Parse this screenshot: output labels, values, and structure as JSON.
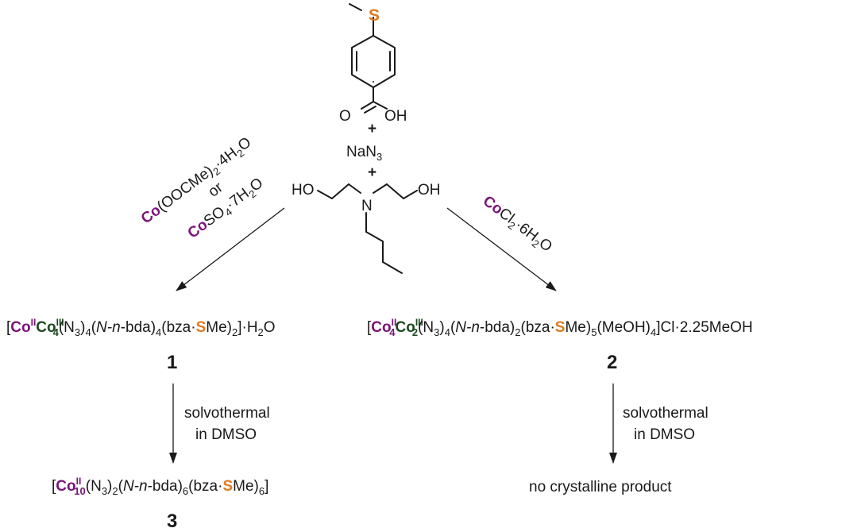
{
  "colors": {
    "cobalt": "#7b1479",
    "cobalt3": "#1d4a1f",
    "sulfur": "#e07a1f",
    "ink": "#1a1a1a"
  },
  "reagents": {
    "thioether_S": "S",
    "carbonyl_O": "O",
    "acid_OH": "OH",
    "plus1": "+",
    "azide_Na": "NaN",
    "azide_sub": "3",
    "plus2": "+",
    "amine_HO": "HO",
    "amine_N": "N",
    "amine_OH": "OH"
  },
  "left_conditions": {
    "salt1_co": "Co",
    "salt1_rest": "(OOCMe)",
    "salt1_sub": "2",
    "salt1_hyd": "·4H",
    "salt1_hyd_sub": "2",
    "salt1_hyd_end": "O",
    "or": "or",
    "salt2_co": "Co",
    "salt2_rest": "SO",
    "salt2_sub": "4",
    "salt2_hyd": "·7H",
    "salt2_hyd_sub": "2",
    "salt2_hyd_end": "O"
  },
  "right_conditions": {
    "co": "Co",
    "cl": "Cl",
    "cl_sub": "2",
    "hyd": "·6H",
    "hyd_sub": "2",
    "hyd_end": "O"
  },
  "compound1": {
    "number": "1",
    "bracket_open": "[",
    "co2": "Co",
    "co2_ox": "II",
    "co3": "Co",
    "co3_ox": "III",
    "co3_count": "4",
    "p1": "(N",
    "p1_sub": "3",
    "p2": ")",
    "p2_sub": "4",
    "p3": "(",
    "p3_ital": "N-n",
    "p4": "-bda)",
    "p4_sub": "4",
    "p5": "(bza·",
    "s": "S",
    "p6": "Me)",
    "p6_sub": "2",
    "p7": "]·H",
    "p7_sub": "2",
    "p8": "O"
  },
  "compound2": {
    "number": "2",
    "bracket_open": "[",
    "co2": "Co",
    "co2_ox": "II",
    "co2_count": "4",
    "co3": "Co",
    "co3_ox": "III",
    "co3_count": "2",
    "p1": "(N",
    "p1_sub": "3",
    "p2": ")",
    "p2_sub": "4",
    "p3": "(",
    "p3_ital": "N-n",
    "p4": "-bda)",
    "p4_sub": "2",
    "p5": "(bza·",
    "s": "S",
    "p6": "Me)",
    "p6_sub": "5",
    "p7": "(MeOH)",
    "p7_sub": "4",
    "p8": "]Cl·2.25MeOH"
  },
  "compound3": {
    "number": "3",
    "bracket_open": "[",
    "co": "Co",
    "co_ox": "II",
    "co_count": "10",
    "p1": "(N",
    "p1_sub": "3",
    "p2": ")",
    "p2_sub": "2",
    "p3": "(",
    "p3_ital": "N-n",
    "p4": "-bda)",
    "p4_sub": "6",
    "p5": "(bza·",
    "s": "S",
    "p6": "Me)",
    "p6_sub": "6",
    "p7": "]"
  },
  "step_left": {
    "line1": "solvothermal",
    "line2": "in DMSO"
  },
  "step_right": {
    "line1": "solvothermal",
    "line2": "in DMSO"
  },
  "outcome_right": "no crystalline product"
}
